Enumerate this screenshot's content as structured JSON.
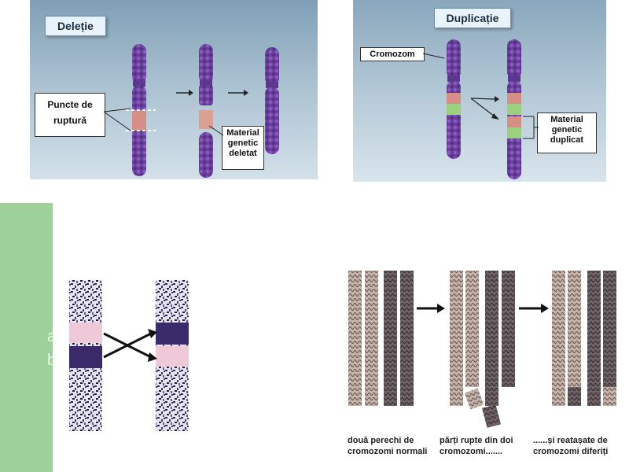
{
  "deletion": {
    "title": "Deleție",
    "break_points_label_line1": "Puncte de",
    "break_points_label_line2": "ruptură",
    "deleted_label_line1": "Material",
    "deleted_label_line2": "genetic",
    "deleted_label_line3": "deletat"
  },
  "duplication": {
    "title": "Duplicație",
    "chromosome_label": "Cromozom",
    "duplicated_label_line1": "Material",
    "duplicated_label_line2": "genetic",
    "duplicated_label_line3": "duplicat"
  },
  "sidebar": {
    "ghost_text_line1": "a",
    "ghost_text_line2": "b"
  },
  "translocation": {
    "caption1_line1": "două perechi de",
    "caption1_line2": "cromozomi normali",
    "caption2_line1": "părți rupte din doi",
    "caption2_line2": "cromozomi.......",
    "caption3_line1": "......și reatașate de",
    "caption3_line2": "cromozomi diferiți"
  },
  "colors": {
    "chromosome": "#6a3f9e",
    "segment_red": "#d58f86",
    "segment_green": "#9bd07f",
    "sidebar_green": "#9dd09a"
  }
}
